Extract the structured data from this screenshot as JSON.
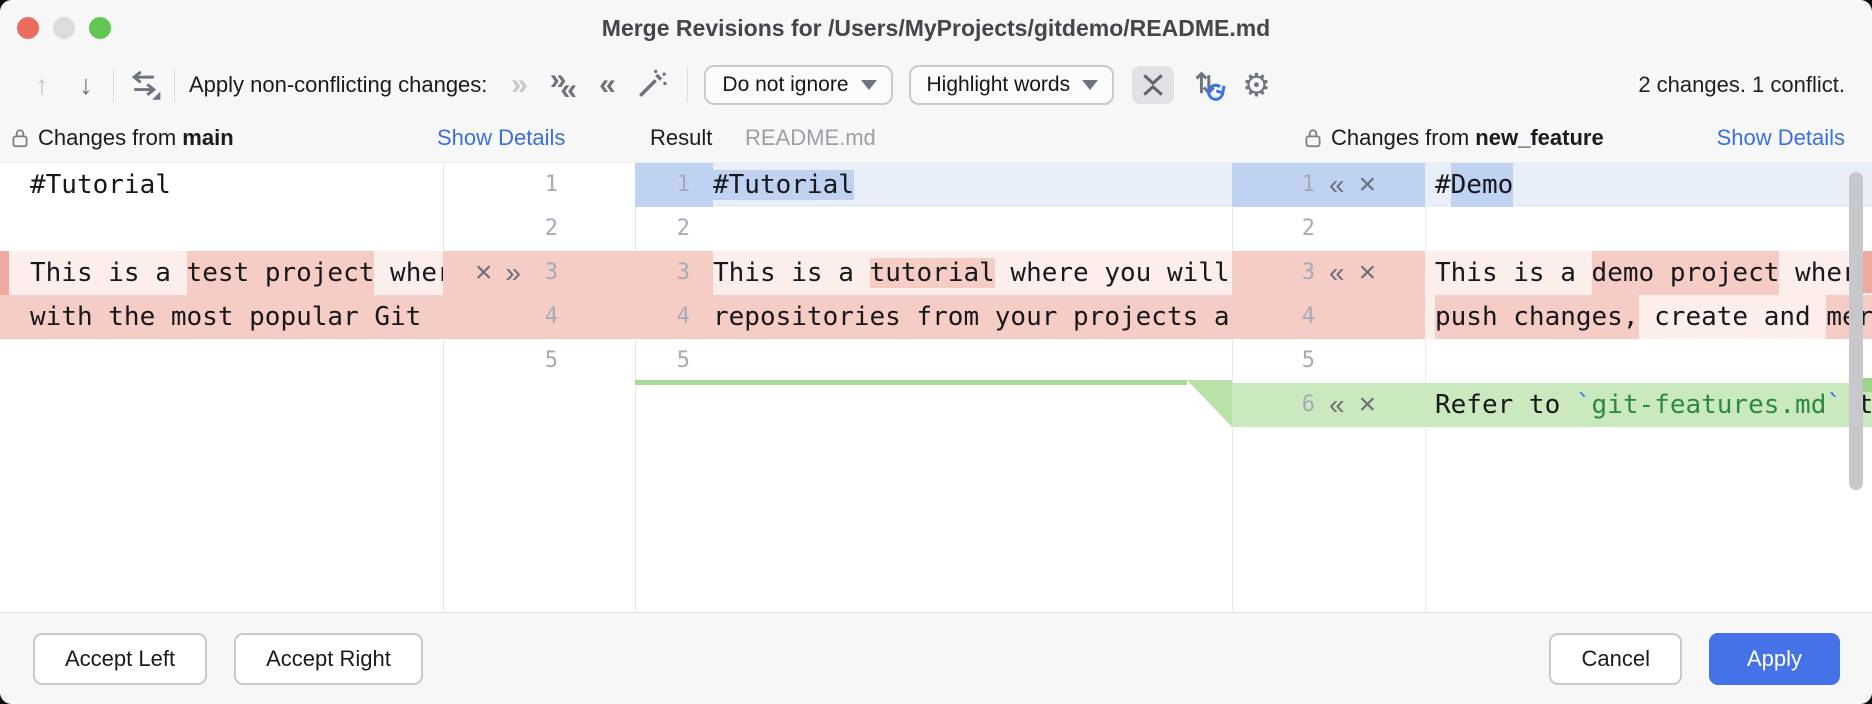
{
  "window": {
    "title": "Merge Revisions for /Users/MyProjects/gitdemo/README.md",
    "traffic_lights": [
      "close",
      "minimize-disabled",
      "zoom"
    ]
  },
  "colors": {
    "close_red": "#ec6b5f",
    "minimize_gray": "#dcdcdd",
    "zoom_green": "#62c554",
    "accent_blue": "#3574f0",
    "link_blue": "#3b6fe0",
    "apply_button_blue": "#4573e7",
    "pinkLine": "#fcefeb",
    "pinkWord": "#f5cdc4",
    "blueLine": "#e8eff9",
    "blueWord": "#bfd2f1",
    "greenLine": "#cbe9be",
    "greenStrip": "#a6da95",
    "greenWedge": "#b8e2a8",
    "stripe_red": "#efa99e",
    "stripe_green": "#9cd48c",
    "codeBlue": "#3574f0",
    "codeGreen": "#2c8a3e"
  },
  "toolbar": {
    "prev_icon": "up-arrow",
    "next_icon": "down-arrow",
    "apply_all_icon": "apply-all-non-conflicting",
    "apply_label": "Apply non-conflicting changes:",
    "apply_all_chevron": "apply-all",
    "apply_left_chevron": "apply-from-both",
    "apply_right_chevron": "apply-from-right",
    "magic_icon": "magic-resolve-wand",
    "ignore_dropdown": "Do not ignore",
    "highlight_dropdown": "Highlight words",
    "collapse_icon": "collapse-unchanged-fragments",
    "sync_icon": "synchronize-scrolling",
    "gear_icon": "settings-gear",
    "gear_glyph": "⚙",
    "status": "2 changes. 1 conflict.",
    "up_glyph": "↑",
    "down_glyph": "↓",
    "chev_right": "»",
    "chev_left": "«"
  },
  "headers": {
    "left_prefix": "Changes from ",
    "left_branch": "main",
    "left_details": "Show Details",
    "result_label": "Result",
    "result_file": "README.md",
    "right_prefix": "Changes from ",
    "right_branch": "new_feature",
    "right_details": "Show Details"
  },
  "merge": {
    "left_pane": {
      "rows": [
        {
          "segments": [
            {
              "text": "#Tutorial"
            }
          ]
        },
        {},
        {
          "bg": "pinkLine",
          "segments": [
            {
              "text": "This is a "
            },
            {
              "text": "test project",
              "hl": "pinkWord"
            },
            {
              "text": " where"
            }
          ]
        },
        {
          "bg": "pinkWord",
          "segments": [
            {
              "text": "with the most popular Git "
            }
          ]
        },
        {},
        {}
      ]
    },
    "left_gutter": {
      "rows": [
        {
          "num": "1"
        },
        {
          "num": "2"
        },
        {
          "num": "3",
          "bg": "pinkWord",
          "icons": [
            "x",
            "right"
          ]
        },
        {
          "num": "4",
          "bg": "pinkWord"
        },
        {
          "num": "5"
        },
        {}
      ]
    },
    "result_pane": {
      "rows": [
        {
          "num": "1",
          "numBg": "blueWord",
          "bg": "blueLine",
          "segments": [
            {
              "text": "#Tutorial",
              "hl": "blueWord"
            }
          ]
        },
        {
          "num": "2"
        },
        {
          "num": "3",
          "numBg": "pinkWord",
          "bg": "pinkLine",
          "segments": [
            {
              "text": "This is a "
            },
            {
              "text": "tutorial",
              "hl": "pinkWord"
            },
            {
              "text": " where you will learn"
            }
          ]
        },
        {
          "num": "4",
          "numBg": "pinkWord",
          "bg": "pinkWord",
          "segments": [
            {
              "text": "repositories from your projects and"
            }
          ]
        },
        {
          "num": "5"
        },
        {}
      ]
    },
    "right_gutter": {
      "rows": [
        {
          "num": "1",
          "bg": "blueWord",
          "icons": [
            "left",
            "x"
          ]
        },
        {
          "num": "2"
        },
        {
          "num": "3",
          "bg": "pinkWord",
          "icons": [
            "left",
            "x"
          ]
        },
        {
          "num": "4",
          "bg": "pinkWord"
        },
        {
          "num": "5"
        },
        {
          "num": "6",
          "bg": "greenLine",
          "icons": [
            "left",
            "x"
          ]
        }
      ]
    },
    "right_pane": {
      "rows": [
        {
          "bg": "blueLine",
          "segments": [
            {
              "text": "#"
            },
            {
              "text": "Demo",
              "hl": "blueWord"
            }
          ]
        },
        {},
        {
          "bg": "pinkLine",
          "segments": [
            {
              "text": "This is a "
            },
            {
              "text": "demo project",
              "hl": "pinkWord"
            },
            {
              "text": " where you"
            }
          ]
        },
        {
          "bg": "pinkLine",
          "segments": [
            {
              "text": "push changes,",
              "hl": "pinkWord"
            },
            {
              "text": " create and "
            },
            {
              "text": "merge",
              "hl": "pinkWord"
            }
          ]
        },
        {},
        {
          "bg": "greenLine",
          "segments": [
            {
              "text": "Refer to "
            },
            {
              "text": "`",
              "color": "codeBlue"
            },
            {
              "text": "git-features.md",
              "color": "codeGreen"
            },
            {
              "text": "`",
              "color": "codeBlue"
            },
            {
              "text": " to"
            }
          ]
        }
      ]
    },
    "icon_glyphs": {
      "x": "×",
      "left": "«",
      "right": "»"
    }
  },
  "footer": {
    "accept_left": "Accept Left",
    "accept_right": "Accept Right",
    "cancel": "Cancel",
    "apply": "Apply"
  }
}
